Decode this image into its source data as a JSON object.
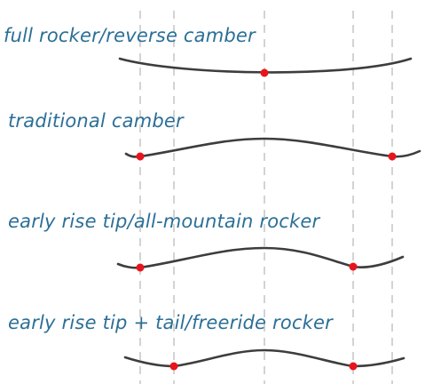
{
  "colors": {
    "label": "#2b6f97",
    "curve": "#3d3d3d",
    "contact_point": "#e8141b",
    "guide_line": "#c8c8c8",
    "background": "#ffffff"
  },
  "profiles": [
    {
      "id": "full-rocker",
      "label": "full rocker/reverse camber"
    },
    {
      "id": "traditional-camber",
      "label": "traditional camber"
    },
    {
      "id": "early-rise-tip",
      "label": "early rise tip/all-mountain rocker"
    },
    {
      "id": "early-rise-tip-tail",
      "label": "early rise tip + tail/freeride rocker"
    }
  ]
}
